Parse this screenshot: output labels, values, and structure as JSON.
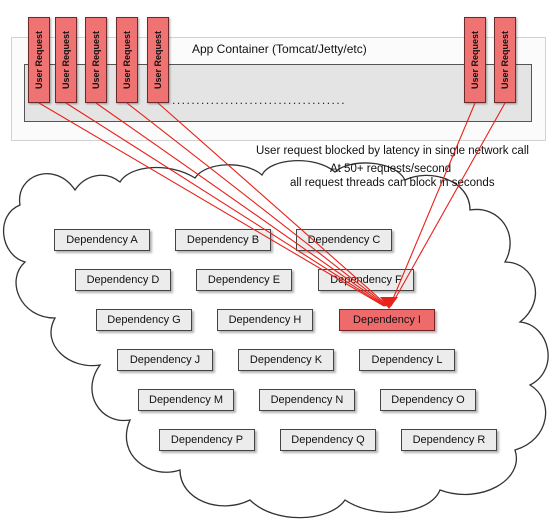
{
  "container": {
    "title": "App Container (Tomcat/Jetty/etc)",
    "ellipsis": "...................................."
  },
  "requests": [
    {
      "label": "User Request"
    },
    {
      "label": "User Request"
    },
    {
      "label": "User Request"
    },
    {
      "label": "User Request"
    },
    {
      "label": "User Request"
    },
    {
      "label": "User Request"
    },
    {
      "label": "User Request"
    }
  ],
  "notes": {
    "blocked": "User request blocked by latency in single network call",
    "rate_line1": "At 50+ requests/second",
    "rate_line2": "all request threads can block in seconds"
  },
  "dependencies": [
    {
      "label": "Dependency A",
      "highlight": false
    },
    {
      "label": "Dependency B",
      "highlight": false
    },
    {
      "label": "Dependency C",
      "highlight": false
    },
    {
      "label": "Dependency D",
      "highlight": false
    },
    {
      "label": "Dependency E",
      "highlight": false
    },
    {
      "label": "Dependency F",
      "highlight": false
    },
    {
      "label": "Dependency G",
      "highlight": false
    },
    {
      "label": "Dependency H",
      "highlight": false
    },
    {
      "label": "Dependency I",
      "highlight": true
    },
    {
      "label": "Dependency J",
      "highlight": false
    },
    {
      "label": "Dependency K",
      "highlight": false
    },
    {
      "label": "Dependency L",
      "highlight": false
    },
    {
      "label": "Dependency M",
      "highlight": false
    },
    {
      "label": "Dependency N",
      "highlight": false
    },
    {
      "label": "Dependency O",
      "highlight": false
    },
    {
      "label": "Dependency P",
      "highlight": false
    },
    {
      "label": "Dependency Q",
      "highlight": false
    },
    {
      "label": "Dependency R",
      "highlight": false
    }
  ],
  "colors": {
    "request_fill": "#ef7373",
    "arrow": "#e8211a",
    "highlight_fill": "#ef6b6b",
    "dependency_fill": "#ececec",
    "cloud_fill": "#ffffff",
    "cloud_stroke": "#333333"
  }
}
